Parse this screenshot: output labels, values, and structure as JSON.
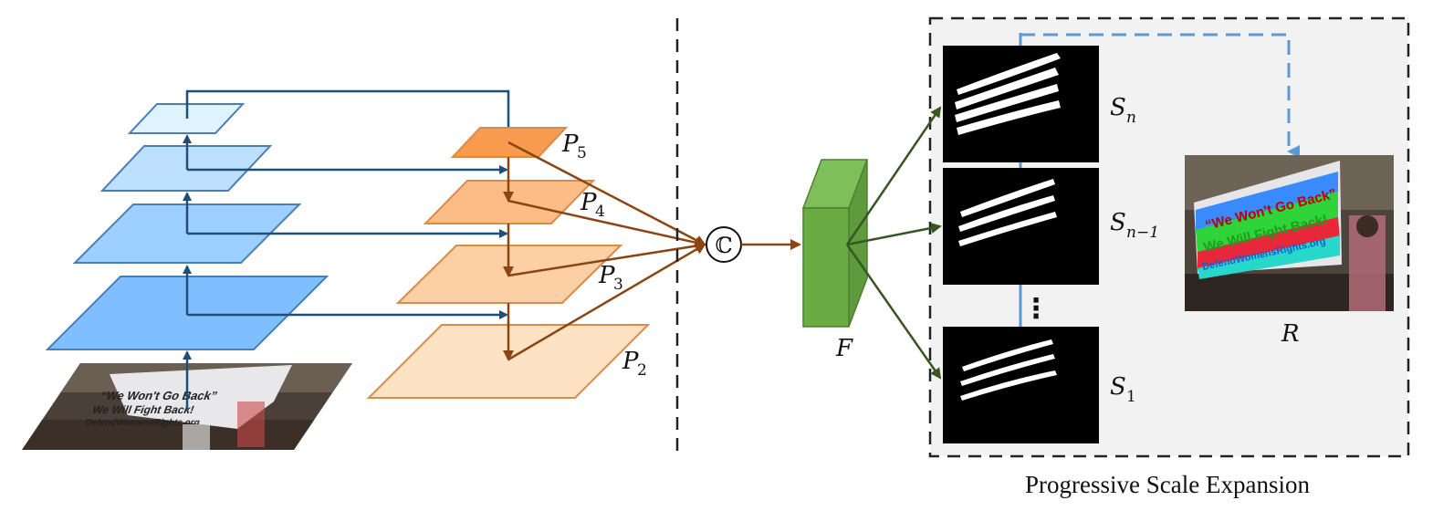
{
  "feature_maps": {
    "p5": {
      "letter": "P",
      "sub": "5"
    },
    "p4": {
      "letter": "P",
      "sub": "4"
    },
    "p3": {
      "letter": "P",
      "sub": "3"
    },
    "p2": {
      "letter": "P",
      "sub": "2"
    }
  },
  "concat_symbol": "ℂ",
  "fused": {
    "letter": "F"
  },
  "kernels": {
    "sn": {
      "letter": "S",
      "sub": "n"
    },
    "sn1": {
      "letter": "S",
      "sub": "n−1"
    },
    "s1": {
      "letter": "S",
      "sub": "1"
    },
    "dots": "⋮"
  },
  "result": {
    "letter": "R"
  },
  "pse_caption": "Progressive Scale Expansion",
  "banner": {
    "line1": "“We Won't Go Back”",
    "line2": "We Will Fight Back!",
    "line3": "DefendWomensRights.org"
  },
  "colors": {
    "backbone_arrow": "#1f4e79",
    "fpn_arrow": "#8b4513",
    "green_arrow": "#375623",
    "pse_arrow": "#5b9bd5",
    "pse_bg": "#f2f2f2"
  }
}
